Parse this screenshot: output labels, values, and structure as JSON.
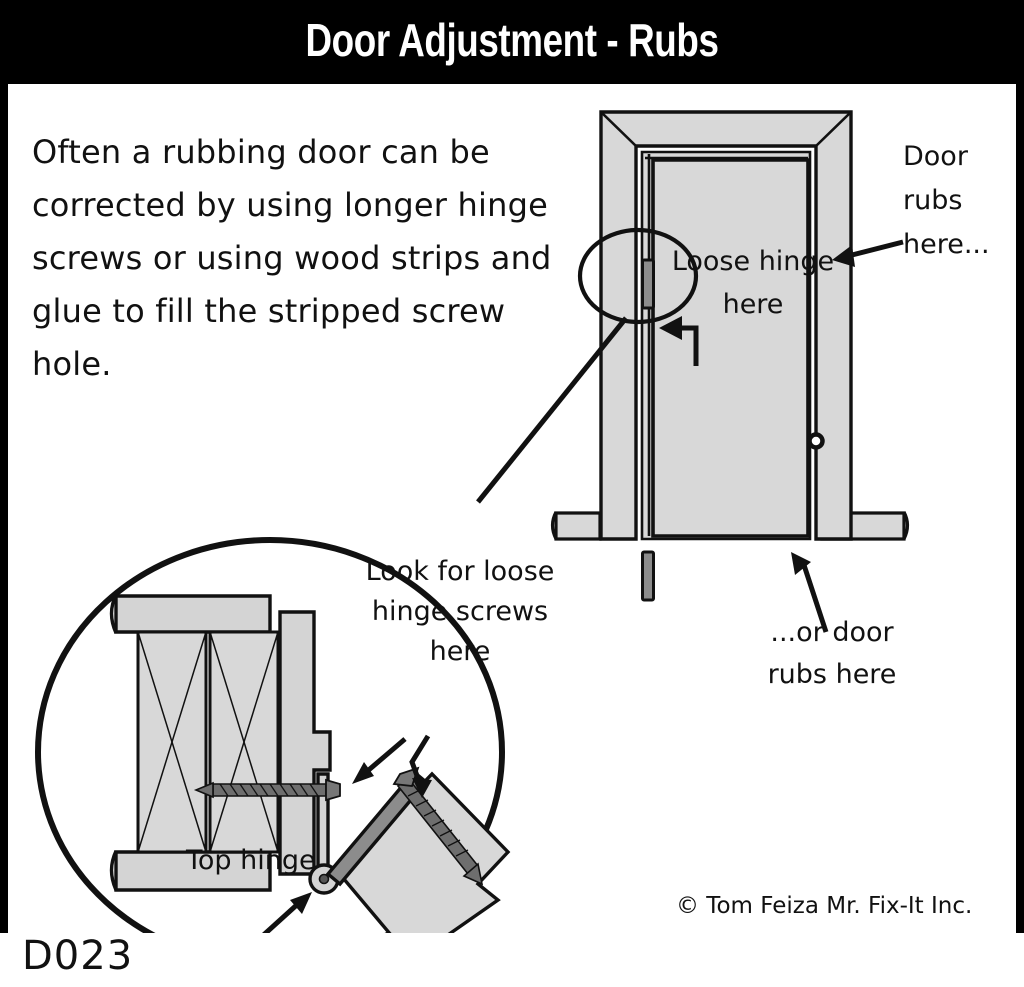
{
  "header": {
    "title": "Door Adjustment - Rubs"
  },
  "footer": {
    "code": "D023"
  },
  "body": {
    "paragraph": "Often a rubbing door can be corrected by using longer hinge screws or using wood strips and glue to fill the stripped screw hole."
  },
  "labels": {
    "door_rubs_here": "Door rubs here...",
    "loose_hinge_here": "Loose hinge here",
    "or_door_rubs_here": "...or door rubs here",
    "look_for_loose_hinge_screws_here": "Look for loose hinge screws here",
    "top_hinge": "Top hinge"
  },
  "credit": {
    "text": "© Tom Feiza Mr. Fix-It Inc."
  },
  "colors": {
    "header_background": "#000000",
    "header_text": "#ffffff",
    "canvas_background": "#ffffff",
    "outline": "#111111",
    "panel_fill": "#d8d8d8",
    "jamb_fill": "#d4d4d4",
    "hinge_fill": "#8c8c8c",
    "screw_fill": "#6e6e6e",
    "text": "#111111"
  },
  "figures": {
    "door_elevation": {
      "name": "door-in-frame-elevation",
      "parts": [
        "casing",
        "head-jamb",
        "side-jambs",
        "door-slab",
        "top-hinge",
        "bottom-hinge",
        "doorknob",
        "baseboard-left",
        "baseboard-right"
      ],
      "callouts": [
        "Door rubs here...",
        "Loose hinge here",
        "...or door rubs here"
      ]
    },
    "detail_circle": {
      "name": "hinge-detail-cutaway",
      "parts": [
        "wall-plates",
        "stud-cavities-x-bracing",
        "jamb-block",
        "hinge-leaf",
        "hinge-pin",
        "long-screw-into-stud",
        "short-screw-in-door",
        "door-edge"
      ],
      "callouts": [
        "Look for loose hinge screws here",
        "Top hinge"
      ]
    }
  }
}
